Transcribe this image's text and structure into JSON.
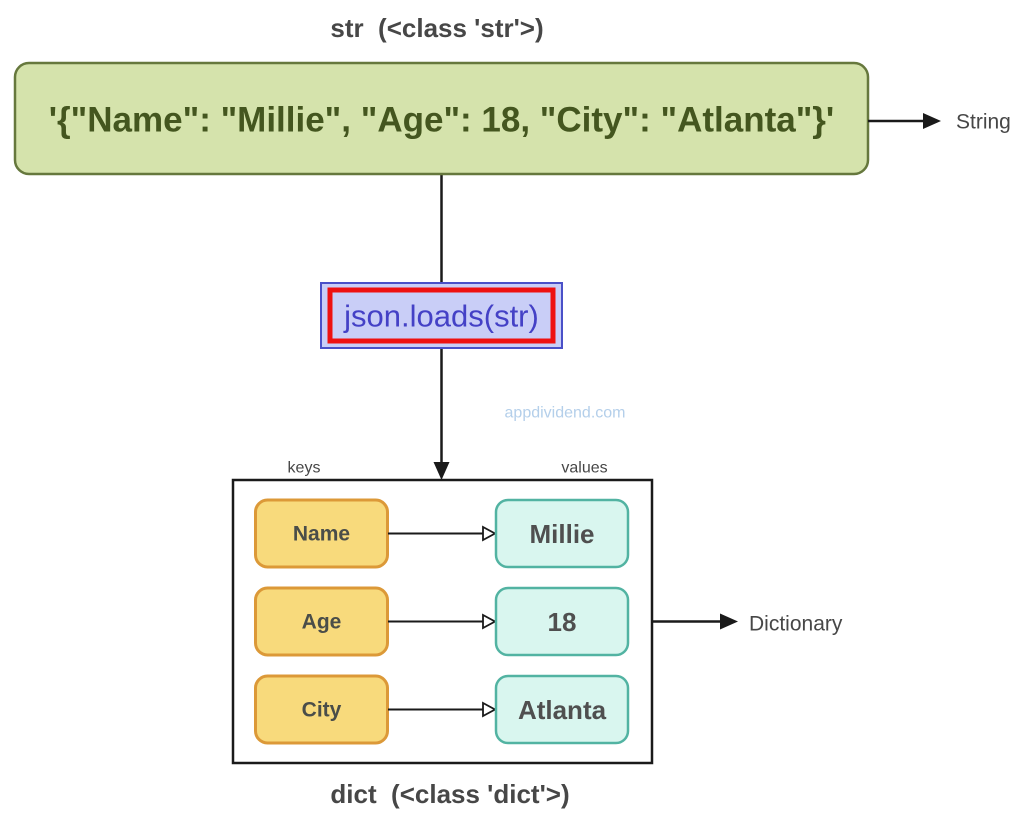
{
  "diagram": {
    "source": {
      "type_label": "str  (<class 'str'>)",
      "value": "'{\"Name\": \"Millie\", \"Age\": 18, \"City\": \"Atlanta\"}'",
      "annotation": "String"
    },
    "converter": {
      "function_label": "json.loads(str)"
    },
    "watermark": "appdividend.com",
    "result": {
      "keys_header": "keys",
      "values_header": "values",
      "annotation": "Dictionary",
      "type_label": "dict  (<class 'dict'>)",
      "entries": [
        {
          "key": "Name",
          "value": "Millie"
        },
        {
          "key": "Age",
          "value": "18"
        },
        {
          "key": "City",
          "value": "Atlanta"
        }
      ]
    }
  },
  "colors": {
    "background": "#ffffff",
    "label_text": "#474747",
    "line": "#1a1a1a",
    "string_box_fill": "#d5e3ac",
    "string_box_border": "#66783d",
    "string_box_text": "#44561f",
    "function_box_fill": "#c9cef7",
    "function_box_border": "#4a50c8",
    "function_box_highlight": "#ee1111",
    "function_box_text": "#4441c6",
    "watermark_text": "#b4cfea",
    "key_box_fill": "#f8da7c",
    "key_box_border": "#dc9938",
    "key_box_text": "#4a4d49",
    "value_box_fill": "#d9f6ef",
    "value_box_border": "#52b3a2",
    "value_box_text": "#4f4f4f",
    "dict_box_fill": "#ffffff",
    "dict_box_border": "#1a1a1a"
  }
}
